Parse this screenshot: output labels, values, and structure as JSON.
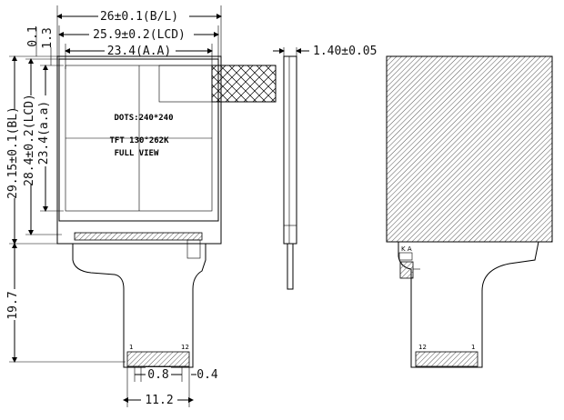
{
  "dimensions": {
    "bl_width": "26±0.1(B/L)",
    "lcd_width": "25.9±0.2(LCD)",
    "aa_width": "23.4(A.A)",
    "top_gap_1": "0.1",
    "top_gap_2": "1.3",
    "bl_height": "29.15±0.1(BL)",
    "lcd_height": "28.4±0.2(LCD)",
    "aa_height": "23.4(a.a)",
    "fpc_length": "19.7",
    "pitch": "0.8",
    "pin_width": "0.4",
    "fpc_width": "11.2",
    "thickness": "1.40±0.05"
  },
  "panel_labels": {
    "dots": "DOTS:240*240",
    "tft": "TFT  130°262K",
    "view": "FULL  VIEW"
  },
  "pins": {
    "front_first": "1",
    "front_last": "12",
    "back_first": "12",
    "back_last": "1",
    "ka_label": "K A"
  }
}
